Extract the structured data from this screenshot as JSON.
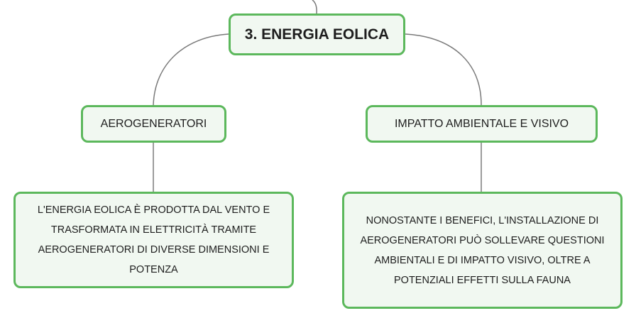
{
  "root": {
    "label": "3. ENERGIA EOLICA"
  },
  "branches": [
    {
      "label": "AEROGENERATORI",
      "description": "L'ENERGIA EOLICA È PRODOTTA DAL VENTO E TRASFORMATA IN ELETTRICITÀ TRAMITE AEROGENERATORI DI DIVERSE DIMENSIONI E POTENZA"
    },
    {
      "label": "IMPATTO AMBIENTALE E VISIVO",
      "description": "NONOSTANTE I BENEFICI, L'INSTALLAZIONE DI AEROGENERATORI PUÒ SOLLEVARE QUESTIONI AMBIENTALI E DI IMPATTO VISIVO, OLTRE A POTENZIALI EFFETTI SULLA FAUNA"
    }
  ],
  "colors": {
    "node_border": "#5cb85c",
    "node_fill": "#f1f8f1",
    "connector": "#7a7a7a"
  }
}
